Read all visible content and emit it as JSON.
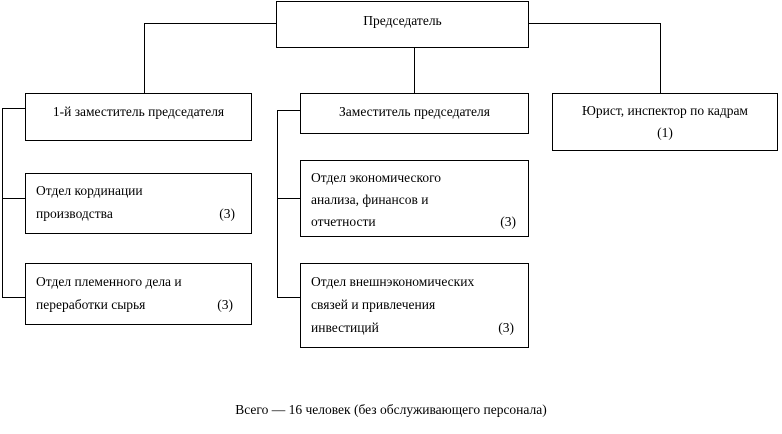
{
  "chairman": "Председатель",
  "deputy1": "1-й заместитель председателя",
  "deputy": "Заместитель председателя",
  "lawyer": {
    "line1": "Юрист, инспектор по кадрам",
    "count": "(1)"
  },
  "dept_coord": {
    "line1": "Отдел кординации",
    "line2": "производства",
    "count": "(3)"
  },
  "dept_breed": {
    "line1": "Отдел племенного дела и",
    "line2": "переработки сырья",
    "count": "(3)"
  },
  "dept_econ": {
    "line1": "Отдел экономического",
    "line2": "анализа, финансов и",
    "line3": "отчетности",
    "count": "(3)"
  },
  "dept_foreign": {
    "line1": "Отдел внешнэкономических",
    "line2": "связей и привлечения",
    "line3": "инвестиций",
    "count": "(3)"
  },
  "footer": "Всего — 16 человек (без обслуживающего персонала)"
}
